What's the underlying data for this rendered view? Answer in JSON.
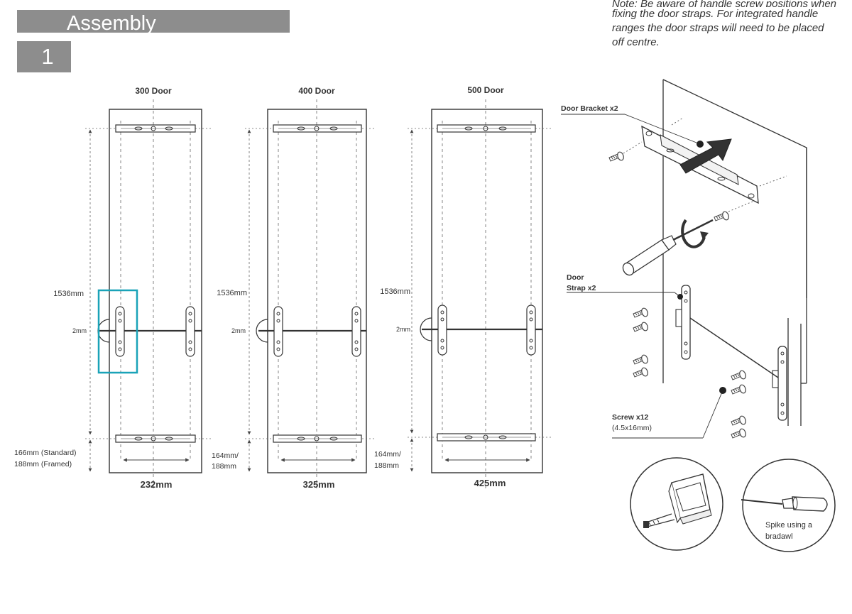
{
  "header": {
    "section_title": "Assembly",
    "step_number": "1"
  },
  "note": {
    "lines": [
      "Note: Be aware of handle screw positions when",
      "fixing the door straps. For integrated handle",
      "ranges the door straps will need to be placed",
      "off centre."
    ]
  },
  "doors": [
    {
      "title": "300 Door",
      "height_label": "1536mm",
      "gap_label": "2mm",
      "offset_label_1": "166mm (Standard)",
      "offset_label_2": "188mm (Framed)",
      "width_label": "232mm"
    },
    {
      "title": "400 Door",
      "height_label": "1536mm",
      "gap_label": "2mm",
      "offset_label_1": "164mm/",
      "offset_label_2": "188mm",
      "width_label": "325mm"
    },
    {
      "title": "500 Door",
      "height_label": "1536mm",
      "gap_label": "2mm",
      "offset_label_1": "164mm/",
      "offset_label_2": "188mm",
      "width_label": "425mm"
    }
  ],
  "parts": {
    "bracket_label": "Door Bracket x2",
    "strap_label_1": "Door",
    "strap_label_2": "Strap x2",
    "screw_label": "Screw x12",
    "screw_size": "(4.5x16mm)",
    "bradawl_label_1": "Spike using a",
    "bradawl_label_2": "bradawl"
  },
  "colors": {
    "header_grey": "#8d8d8d",
    "highlight": "#1aa3b8",
    "line": "#333333"
  }
}
